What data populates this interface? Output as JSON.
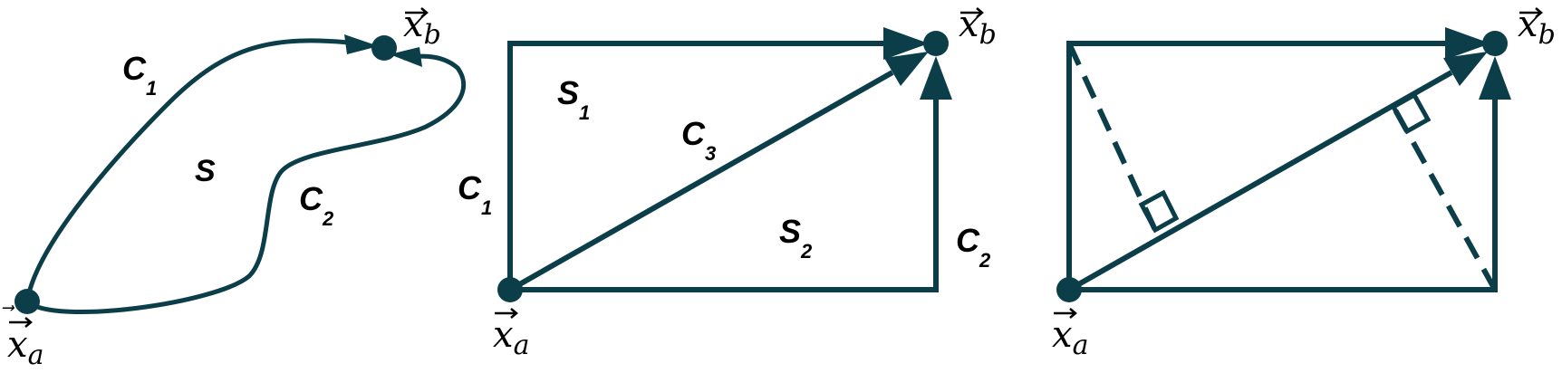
{
  "colors": {
    "ink": "#0b3e49",
    "text": "#000000",
    "background": "#ffffff"
  },
  "panels": [
    {
      "curves": {
        "c1": "C",
        "c1_sub": "1",
        "c2": "C",
        "c2_sub": "2"
      },
      "region": {
        "s": "S"
      },
      "points": {
        "xa": "x",
        "xa_sub": "a",
        "xb": "x",
        "xb_sub": "b"
      }
    },
    {
      "curves": {
        "c1": "C",
        "c1_sub": "1",
        "c2": "C",
        "c2_sub": "2",
        "c3": "C",
        "c3_sub": "3"
      },
      "regions": {
        "s1": "S",
        "s1_sub": "1",
        "s2": "S",
        "s2_sub": "2"
      },
      "points": {
        "xa": "x",
        "xa_sub": "a",
        "xb": "x",
        "xb_sub": "b"
      }
    },
    {
      "points": {
        "xa": "x",
        "xa_sub": "a",
        "xb": "x",
        "xb_sub": "b"
      }
    }
  ]
}
